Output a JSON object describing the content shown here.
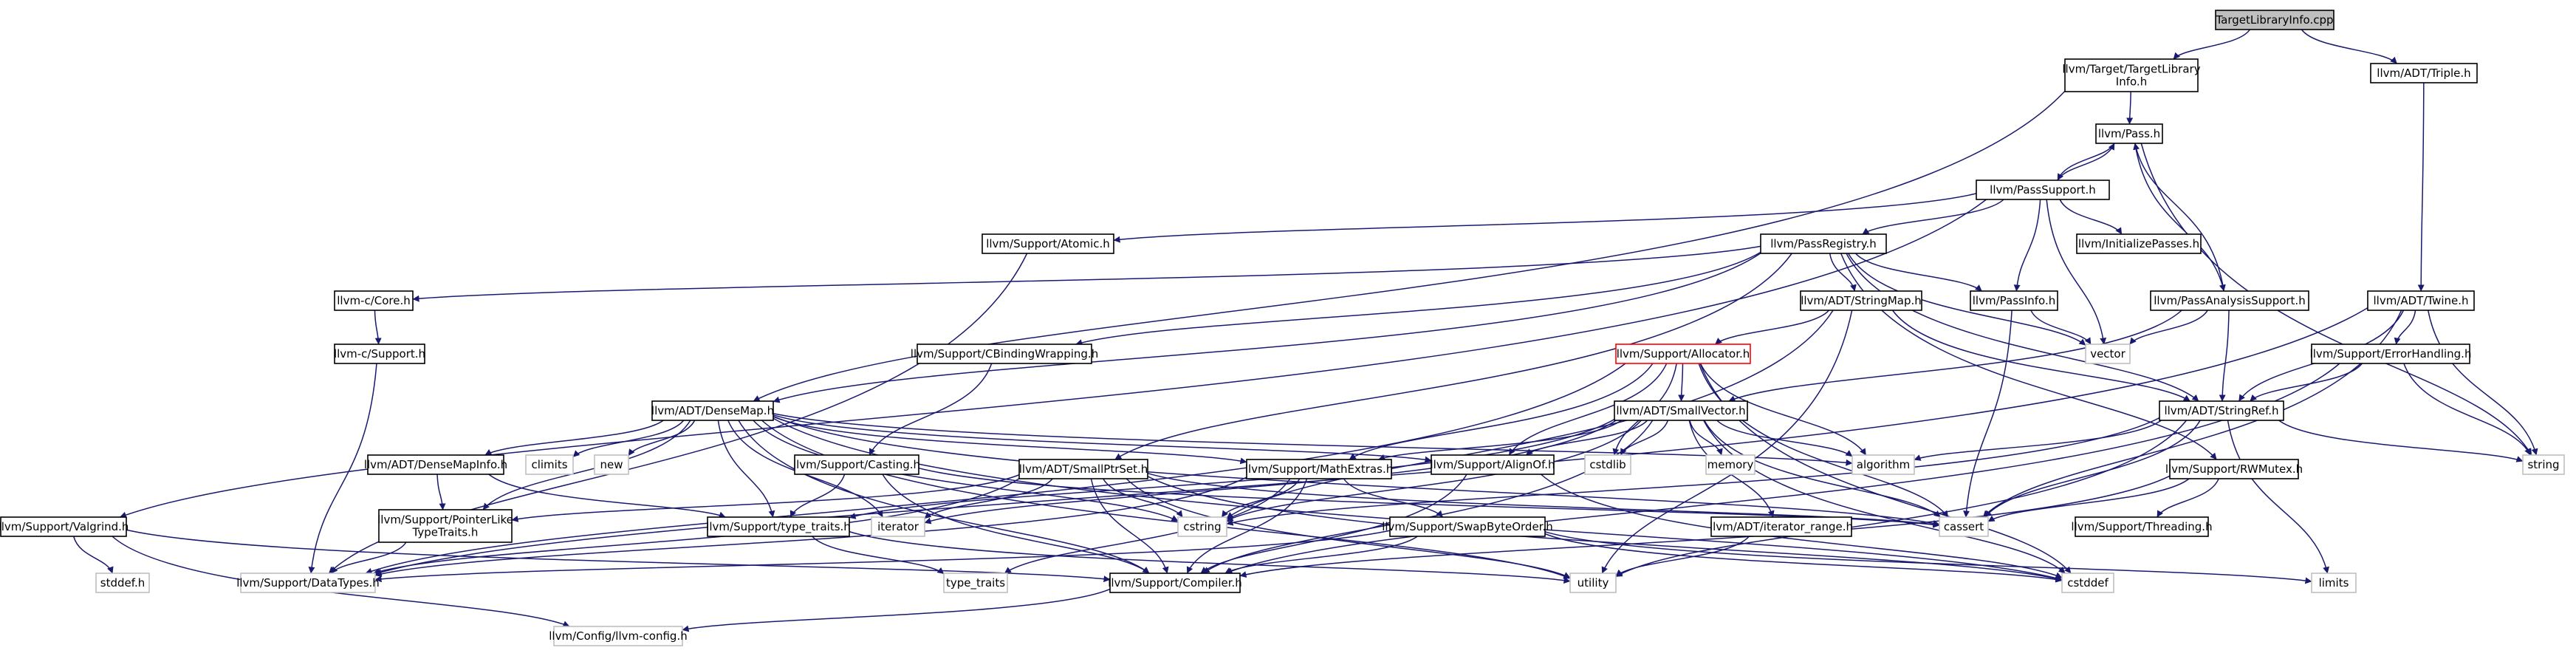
{
  "colors": {
    "edge": "#191970",
    "node_border_default": "#000000",
    "node_border_external": "#bfbfbf",
    "node_border_highlight": "#ff0000",
    "root_fill": "#bfbfbf",
    "node_fill": "#ffffff"
  },
  "nodes": {
    "root": {
      "label": [
        "TargetLibraryInfo.cpp"
      ],
      "style": "root"
    },
    "tli_h": {
      "label": [
        "llvm/Target/TargetLibrary",
        "Info.h"
      ],
      "style": "default"
    },
    "triple_h": {
      "label": [
        "llvm/ADT/Triple.h"
      ],
      "style": "default"
    },
    "pass_h": {
      "label": [
        "llvm/Pass.h"
      ],
      "style": "default"
    },
    "passsupport_h": {
      "label": [
        "llvm/PassSupport.h"
      ],
      "style": "default"
    },
    "atomic_h": {
      "label": [
        "llvm/Support/Atomic.h"
      ],
      "style": "default"
    },
    "initpasses_h": {
      "label": [
        "llvm/InitializePasses.h"
      ],
      "style": "default"
    },
    "passregistry_h": {
      "label": [
        "llvm/PassRegistry.h"
      ],
      "style": "default"
    },
    "core_h": {
      "label": [
        "llvm-c/Core.h"
      ],
      "style": "default"
    },
    "csupport_h": {
      "label": [
        "llvm-c/Support.h"
      ],
      "style": "default"
    },
    "cbinding_h": {
      "label": [
        "llvm/Support/CBindingWrapping.h"
      ],
      "style": "default"
    },
    "stringmap_h": {
      "label": [
        "llvm/ADT/StringMap.h"
      ],
      "style": "default"
    },
    "passinfo_h": {
      "label": [
        "llvm/PassInfo.h"
      ],
      "style": "default"
    },
    "passanalysis_h": {
      "label": [
        "llvm/PassAnalysisSupport.h"
      ],
      "style": "default"
    },
    "twine_h": {
      "label": [
        "llvm/ADT/Twine.h"
      ],
      "style": "default"
    },
    "allocator_h": {
      "label": [
        "llvm/Support/Allocator.h"
      ],
      "style": "highlight"
    },
    "errorhandling_h": {
      "label": [
        "llvm/Support/ErrorHandling.h"
      ],
      "style": "default"
    },
    "vector": {
      "label": [
        "vector"
      ],
      "style": "external"
    },
    "string": {
      "label": [
        "string"
      ],
      "style": "external"
    },
    "densemap_h": {
      "label": [
        "llvm/ADT/DenseMap.h"
      ],
      "style": "default"
    },
    "smallvector_h": {
      "label": [
        "llvm/ADT/SmallVector.h"
      ],
      "style": "default"
    },
    "stringref_h": {
      "label": [
        "llvm/ADT/StringRef.h"
      ],
      "style": "default"
    },
    "climits": {
      "label": [
        "climits"
      ],
      "style": "external"
    },
    "new": {
      "label": [
        "new"
      ],
      "style": "external"
    },
    "densemapinfo_h": {
      "label": [
        "llvm/ADT/DenseMapInfo.h"
      ],
      "style": "default"
    },
    "casting_h": {
      "label": [
        "llvm/Support/Casting.h"
      ],
      "style": "default"
    },
    "smallptrset_h": {
      "label": [
        "llvm/ADT/SmallPtrSet.h"
      ],
      "style": "default"
    },
    "mathextras_h": {
      "label": [
        "llvm/Support/MathExtras.h"
      ],
      "style": "default"
    },
    "alignof_h": {
      "label": [
        "llvm/Support/AlignOf.h"
      ],
      "style": "default"
    },
    "cstdlib": {
      "label": [
        "cstdlib"
      ],
      "style": "external"
    },
    "memory": {
      "label": [
        "memory"
      ],
      "style": "external"
    },
    "algorithm": {
      "label": [
        "algorithm"
      ],
      "style": "external"
    },
    "rwmutex_h": {
      "label": [
        "llvm/Support/RWMutex.h"
      ],
      "style": "default"
    },
    "valgrind_h": {
      "label": [
        "llvm/Support/Valgrind.h"
      ],
      "style": "default"
    },
    "pointerlike_h": {
      "label": [
        "llvm/Support/PointerLike",
        "TypeTraits.h"
      ],
      "style": "default"
    },
    "typetraits_h": {
      "label": [
        "llvm/Support/type_traits.h"
      ],
      "style": "default"
    },
    "iterator": {
      "label": [
        "iterator"
      ],
      "style": "external"
    },
    "cstring": {
      "label": [
        "cstring"
      ],
      "style": "external"
    },
    "cassert": {
      "label": [
        "cassert"
      ],
      "style": "external"
    },
    "swapbyteorder_h": {
      "label": [
        "llvm/Support/SwapByteOrder.h"
      ],
      "style": "default"
    },
    "iteratorrange_h": {
      "label": [
        "llvm/ADT/iterator_range.h"
      ],
      "style": "default"
    },
    "threading_h": {
      "label": [
        "llvm/Support/Threading.h"
      ],
      "style": "default"
    },
    "stddef_h": {
      "label": [
        "stddef.h"
      ],
      "style": "external"
    },
    "datatypes_h": {
      "label": [
        "llvm/Support/DataTypes.h"
      ],
      "style": "external"
    },
    "type_traits": {
      "label": [
        "type_traits"
      ],
      "style": "external"
    },
    "compiler_h": {
      "label": [
        "llvm/Support/Compiler.h"
      ],
      "style": "default"
    },
    "utility": {
      "label": [
        "utility"
      ],
      "style": "external"
    },
    "cstddef": {
      "label": [
        "cstddef"
      ],
      "style": "external"
    },
    "limits": {
      "label": [
        "limits"
      ],
      "style": "external"
    },
    "llvmconfig_h": {
      "label": [
        "llvm/Config/llvm-config.h"
      ],
      "style": "external"
    }
  },
  "edges": [
    [
      "root",
      "tli_h"
    ],
    [
      "root",
      "triple_h"
    ],
    [
      "tli_h",
      "pass_h"
    ],
    [
      "tli_h",
      "densemap_h"
    ],
    [
      "triple_h",
      "twine_h"
    ],
    [
      "pass_h",
      "passsupport_h"
    ],
    [
      "pass_h",
      "passanalysis_h"
    ],
    [
      "pass_h",
      "string"
    ],
    [
      "passsupport_h",
      "pass_h"
    ],
    [
      "passsupport_h",
      "atomic_h"
    ],
    [
      "passsupport_h",
      "initpasses_h"
    ],
    [
      "passsupport_h",
      "passregistry_h"
    ],
    [
      "passsupport_h",
      "passinfo_h"
    ],
    [
      "passsupport_h",
      "valgrind_h"
    ],
    [
      "passsupport_h",
      "vector"
    ],
    [
      "passanalysis_h",
      "pass_h"
    ],
    [
      "passanalysis_h",
      "vector"
    ],
    [
      "passanalysis_h",
      "smallvector_h"
    ],
    [
      "passanalysis_h",
      "stringref_h"
    ],
    [
      "atomic_h",
      "datatypes_h"
    ],
    [
      "passregistry_h",
      "core_h"
    ],
    [
      "passregistry_h",
      "cbinding_h"
    ],
    [
      "passregistry_h",
      "stringmap_h"
    ],
    [
      "passregistry_h",
      "passinfo_h"
    ],
    [
      "passregistry_h",
      "densemap_h"
    ],
    [
      "passregistry_h",
      "smallptrset_h"
    ],
    [
      "passregistry_h",
      "stringref_h"
    ],
    [
      "passregistry_h",
      "rwmutex_h"
    ],
    [
      "passregistry_h",
      "vector"
    ],
    [
      "core_h",
      "csupport_h"
    ],
    [
      "csupport_h",
      "datatypes_h"
    ],
    [
      "cbinding_h",
      "casting_h"
    ],
    [
      "stringmap_h",
      "allocator_h"
    ],
    [
      "stringmap_h",
      "stringref_h"
    ],
    [
      "stringmap_h",
      "cstring"
    ],
    [
      "stringmap_h",
      "utility"
    ],
    [
      "passinfo_h",
      "cassert"
    ],
    [
      "passinfo_h",
      "vector"
    ],
    [
      "twine_h",
      "errorhandling_h"
    ],
    [
      "twine_h",
      "stringref_h"
    ],
    [
      "twine_h",
      "string"
    ],
    [
      "twine_h",
      "cassert"
    ],
    [
      "twine_h",
      "datatypes_h"
    ],
    [
      "errorhandling_h",
      "stringref_h"
    ],
    [
      "errorhandling_h",
      "compiler_h"
    ],
    [
      "errorhandling_h",
      "string"
    ],
    [
      "allocator_h",
      "smallvector_h"
    ],
    [
      "allocator_h",
      "alignof_h"
    ],
    [
      "allocator_h",
      "mathextras_h"
    ],
    [
      "allocator_h",
      "datatypes_h"
    ],
    [
      "allocator_h",
      "algorithm"
    ],
    [
      "allocator_h",
      "cassert"
    ],
    [
      "allocator_h",
      "cstddef"
    ],
    [
      "allocator_h",
      "cstdlib"
    ],
    [
      "densemap_h",
      "densemapinfo_h"
    ],
    [
      "densemap_h",
      "alignof_h"
    ],
    [
      "densemap_h",
      "compiler_h"
    ],
    [
      "densemap_h",
      "mathextras_h"
    ],
    [
      "densemap_h",
      "pointerlike_h"
    ],
    [
      "densemap_h",
      "typetraits_h"
    ],
    [
      "densemap_h",
      "algorithm"
    ],
    [
      "densemap_h",
      "cassert"
    ],
    [
      "densemap_h",
      "climits"
    ],
    [
      "densemap_h",
      "cstddef"
    ],
    [
      "densemap_h",
      "cstring"
    ],
    [
      "densemap_h",
      "iterator"
    ],
    [
      "densemap_h",
      "new"
    ],
    [
      "densemap_h",
      "utility"
    ],
    [
      "smallvector_h",
      "iteratorrange_h"
    ],
    [
      "smallvector_h",
      "alignof_h"
    ],
    [
      "smallvector_h",
      "compiler_h"
    ],
    [
      "smallvector_h",
      "mathextras_h"
    ],
    [
      "smallvector_h",
      "typetraits_h"
    ],
    [
      "smallvector_h",
      "algorithm"
    ],
    [
      "smallvector_h",
      "cassert"
    ],
    [
      "smallvector_h",
      "cstddef"
    ],
    [
      "smallvector_h",
      "cstdlib"
    ],
    [
      "smallvector_h",
      "cstring"
    ],
    [
      "smallvector_h",
      "iterator"
    ],
    [
      "smallvector_h",
      "memory"
    ],
    [
      "stringref_h",
      "algorithm"
    ],
    [
      "stringref_h",
      "cassert"
    ],
    [
      "stringref_h",
      "cstring"
    ],
    [
      "stringref_h",
      "limits"
    ],
    [
      "stringref_h",
      "string"
    ],
    [
      "stringref_h",
      "utility"
    ],
    [
      "densemapinfo_h",
      "pointerlike_h"
    ],
    [
      "densemapinfo_h",
      "typetraits_h"
    ],
    [
      "casting_h",
      "typetraits_h"
    ],
    [
      "casting_h",
      "cassert"
    ],
    [
      "casting_h",
      "compiler_h"
    ],
    [
      "smallptrset_h",
      "compiler_h"
    ],
    [
      "smallptrset_h",
      "datatypes_h"
    ],
    [
      "smallptrset_h",
      "pointerlike_h"
    ],
    [
      "smallptrset_h",
      "cassert"
    ],
    [
      "smallptrset_h",
      "cstddef"
    ],
    [
      "smallptrset_h",
      "cstring"
    ],
    [
      "smallptrset_h",
      "iterator"
    ],
    [
      "smallptrset_h",
      "utility"
    ],
    [
      "mathextras_h",
      "compiler_h"
    ],
    [
      "mathextras_h",
      "swapbyteorder_h"
    ],
    [
      "mathextras_h",
      "type_traits"
    ],
    [
      "mathextras_h",
      "cstring"
    ],
    [
      "mathextras_h",
      "datatypes_h"
    ],
    [
      "alignof_h",
      "compiler_h"
    ],
    [
      "alignof_h",
      "cstddef"
    ],
    [
      "swapbyteorder_h",
      "compiler_h"
    ],
    [
      "swapbyteorder_h",
      "datatypes_h"
    ],
    [
      "swapbyteorder_h",
      "cstddef"
    ],
    [
      "swapbyteorder_h",
      "limits"
    ],
    [
      "iteratorrange_h",
      "utility"
    ],
    [
      "rwmutex_h",
      "compiler_h"
    ],
    [
      "rwmutex_h",
      "threading_h"
    ],
    [
      "rwmutex_h",
      "cassert"
    ],
    [
      "valgrind_h",
      "stddef_h"
    ],
    [
      "valgrind_h",
      "compiler_h"
    ],
    [
      "valgrind_h",
      "llvmconfig_h"
    ],
    [
      "pointerlike_h",
      "datatypes_h"
    ],
    [
      "typetraits_h",
      "type_traits"
    ],
    [
      "typetraits_h",
      "utility"
    ],
    [
      "compiler_h",
      "llvmconfig_h"
    ]
  ]
}
